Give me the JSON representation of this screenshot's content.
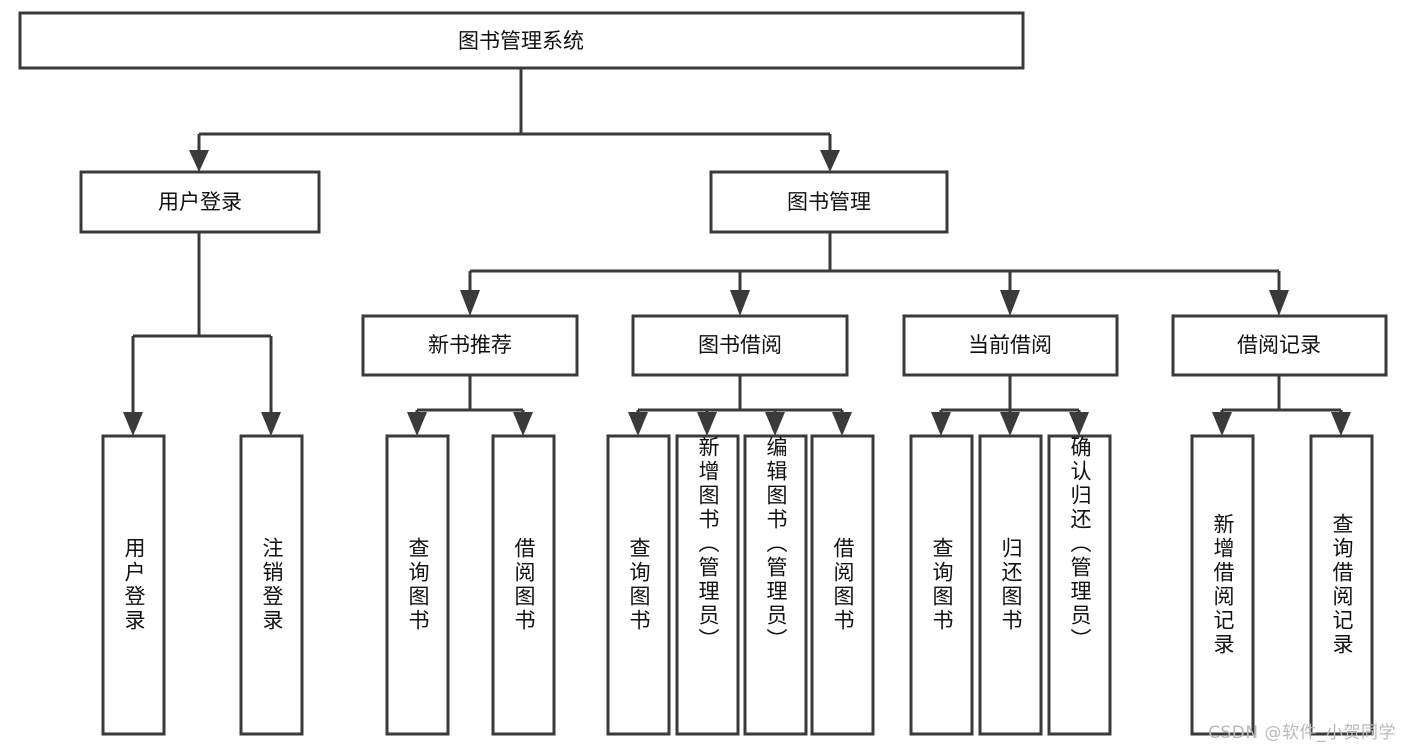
{
  "diagram": {
    "type": "tree-hierarchy-chart",
    "title": "图书管理系统",
    "orientation": "top-down",
    "watermark": "CSDN @软件_小贺同学",
    "colors": {
      "background": "#ffffff",
      "box_fill": "#ffffff",
      "box_stroke": "#3a3a3a",
      "text": "#111111",
      "watermark": "#b9b9b9"
    },
    "levels": [
      {
        "level": 1,
        "nodes": [
          {
            "id": "root",
            "label": "图书管理系统",
            "orientation": "horizontal"
          }
        ]
      },
      {
        "level": 2,
        "nodes": [
          {
            "id": "login",
            "label": "用户登录",
            "orientation": "horizontal",
            "parent": "root"
          },
          {
            "id": "bookmgmt",
            "label": "图书管理",
            "orientation": "horizontal",
            "parent": "root"
          }
        ]
      },
      {
        "level": 3,
        "nodes": [
          {
            "id": "newbook",
            "label": "新书推荐",
            "orientation": "horizontal",
            "parent": "bookmgmt"
          },
          {
            "id": "borrow",
            "label": "图书借阅",
            "orientation": "horizontal",
            "parent": "bookmgmt"
          },
          {
            "id": "current",
            "label": "当前借阅",
            "orientation": "horizontal",
            "parent": "bookmgmt"
          },
          {
            "id": "records",
            "label": "借阅记录",
            "orientation": "horizontal",
            "parent": "bookmgmt"
          }
        ]
      },
      {
        "level": 4,
        "nodes": [
          {
            "id": "leaf-1",
            "label": "用户登录",
            "orientation": "vertical",
            "parent": "login"
          },
          {
            "id": "leaf-2",
            "label": "注销登录",
            "orientation": "vertical",
            "parent": "login"
          },
          {
            "id": "leaf-3",
            "label": "查询图书",
            "orientation": "vertical",
            "parent": "newbook"
          },
          {
            "id": "leaf-4",
            "label": "借阅图书",
            "orientation": "vertical",
            "parent": "newbook"
          },
          {
            "id": "leaf-5",
            "label": "查询图书",
            "orientation": "vertical",
            "parent": "borrow"
          },
          {
            "id": "leaf-6",
            "label": "新增图书（管理员）",
            "orientation": "vertical",
            "parent": "borrow"
          },
          {
            "id": "leaf-7",
            "label": "编辑图书（管理员）",
            "orientation": "vertical",
            "parent": "borrow"
          },
          {
            "id": "leaf-8",
            "label": "借阅图书",
            "orientation": "vertical",
            "parent": "borrow"
          },
          {
            "id": "leaf-9",
            "label": "查询图书",
            "orientation": "vertical",
            "parent": "current"
          },
          {
            "id": "leaf-10",
            "label": "归还图书",
            "orientation": "vertical",
            "parent": "current"
          },
          {
            "id": "leaf-11",
            "label": "确认归还（管理员）",
            "orientation": "vertical",
            "parent": "current"
          },
          {
            "id": "leaf-12",
            "label": "新增借阅记录",
            "orientation": "vertical",
            "parent": "records"
          },
          {
            "id": "leaf-13",
            "label": "查询借阅记录",
            "orientation": "vertical",
            "parent": "records"
          }
        ]
      }
    ]
  }
}
